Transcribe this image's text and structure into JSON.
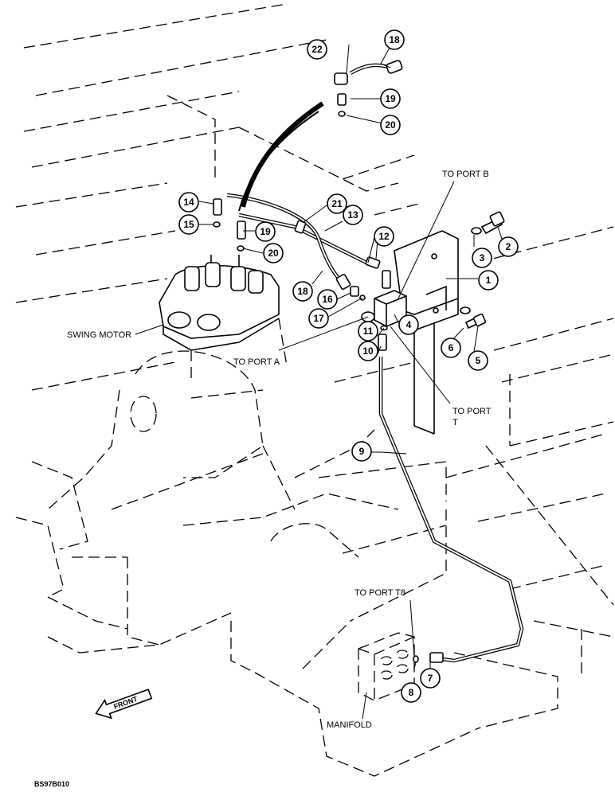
{
  "labels": {
    "to_port_b": "TO PORT B",
    "to_port_a": "TO PORT A",
    "to_port_t_line1": "TO PORT",
    "to_port_t_line2": "T",
    "to_port_t8": "TO PORT T8",
    "swing_motor": "SWING MOTOR",
    "manifold": "MANIFOLD",
    "front": "FRONT",
    "drawing_code": "BS97B010"
  },
  "callouts": {
    "c1": "1",
    "c2": "2",
    "c3": "3",
    "c4": "4",
    "c5": "5",
    "c6": "6",
    "c7": "7",
    "c8": "8",
    "c9": "9",
    "c10": "10",
    "c11": "11",
    "c12": "12",
    "c13": "13",
    "c14": "14",
    "c15": "15",
    "c16": "16",
    "c17": "17",
    "c18a": "18",
    "c18b": "18",
    "c19a": "19",
    "c19b": "19",
    "c20a": "20",
    "c20b": "20",
    "c21": "21",
    "c22": "22"
  }
}
